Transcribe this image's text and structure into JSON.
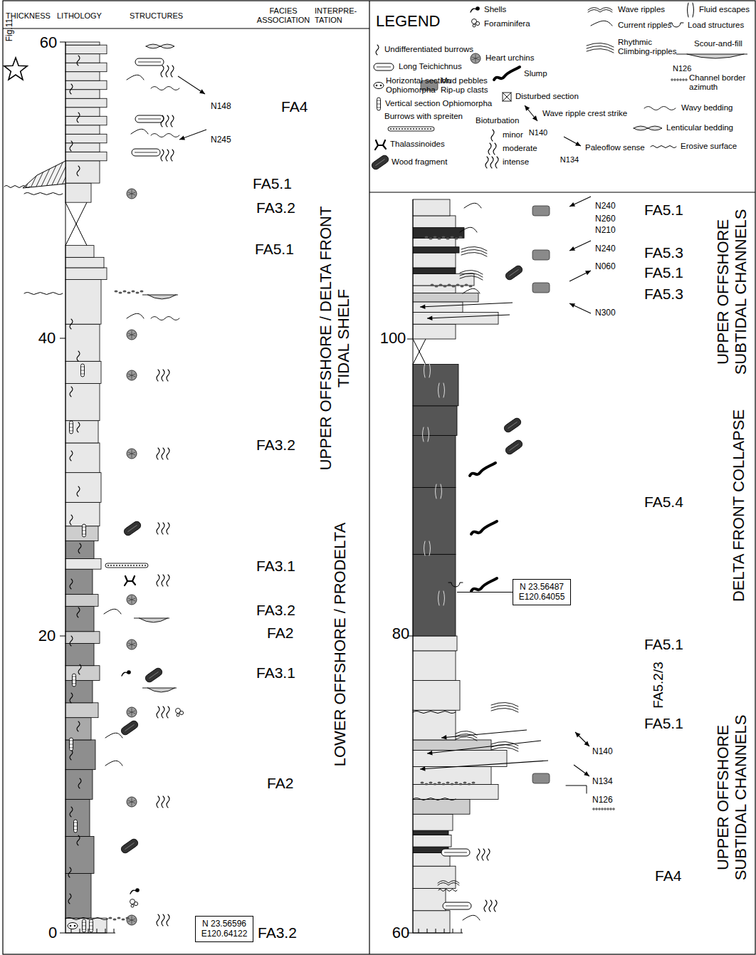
{
  "diagram": {
    "nodes": [
      {
        "text": [
          "N 23.56596 E120.64122"
        ]
      },
      {
        "text": [
          "N 23.56487 E120.64055"
        ]
      }
    ],
    "labels": [
      "THICKNESS",
      "LITHOLOGY",
      "STRUCTURES",
      "FACIES ASSOCIATION",
      "INTERPRE- TATION",
      "Fig.11",
      "60",
      "40",
      "20",
      "0",
      "N148",
      "N245",
      "FA4",
      "FA5.1",
      "FA3.2",
      "FA5.1",
      "FA3.2",
      "FA3.1",
      "FA3.2",
      "FA2",
      "FA3.1",
      "FA2",
      "FA3.2",
      "UPPER OFFSHORE / DELTA FRONT TIDAL SHELF",
      "LOWER OFFSHORE / PRODELTA",
      "LEGEND",
      "Bioturbation",
      "N140",
      "N134",
      "N126",
      "100",
      "80",
      "60",
      "N240",
      "N260",
      "N210",
      "N240",
      "N060",
      "N300",
      "N140",
      "N134",
      "N126",
      "FA5.1",
      "FA5.3",
      "FA5.1",
      "FA5.3",
      "FA5.4",
      "FA5.1",
      "FA5.2/3",
      "FA5.1",
      "FA4",
      "UPPER OFFSHORE SUBTIDAL CHANNELS",
      "DELTA FRONT COLLAPSE",
      "UPPER OFFSHORE SUBTIDAL CHANNELS"
    ],
    "legend": [
      {
        "text": "Shells"
      },
      {
        "text": "Foraminifera"
      },
      {
        "text": "Undifferentiated burrows"
      },
      {
        "text": "Heart urchins"
      },
      {
        "text": "Long Teichichnus"
      },
      {
        "text": "Horizontal section Ophiomorpha"
      },
      {
        "text": "Mud pebbles Rip-up clasts"
      },
      {
        "text": "Slump"
      },
      {
        "text": "Disturbed section"
      },
      {
        "text": "Vertical section Ophiomorpha"
      },
      {
        "text": "Burrows with spreiten"
      },
      {
        "text": "Thalassinoides"
      },
      {
        "text": "Wood fragment"
      },
      {
        "text": "minor"
      },
      {
        "text": "moderate"
      },
      {
        "text": "intense"
      },
      {
        "text": "Wave ripple crest strike"
      },
      {
        "text": "Paleoflow sense"
      },
      {
        "text": "Wave ripples"
      },
      {
        "text": "Current ripples"
      },
      {
        "text": "Rhythmic Climbing-ripples"
      },
      {
        "text": "Fluid escapes"
      },
      {
        "text": "Load structures"
      },
      {
        "text": "Scour-and-fill"
      },
      {
        "text": "Channel border azimuth"
      },
      {
        "text": "Wavy bedding"
      },
      {
        "text": "Lenticular bedding"
      },
      {
        "text": "Erosive surface"
      }
    ]
  }
}
